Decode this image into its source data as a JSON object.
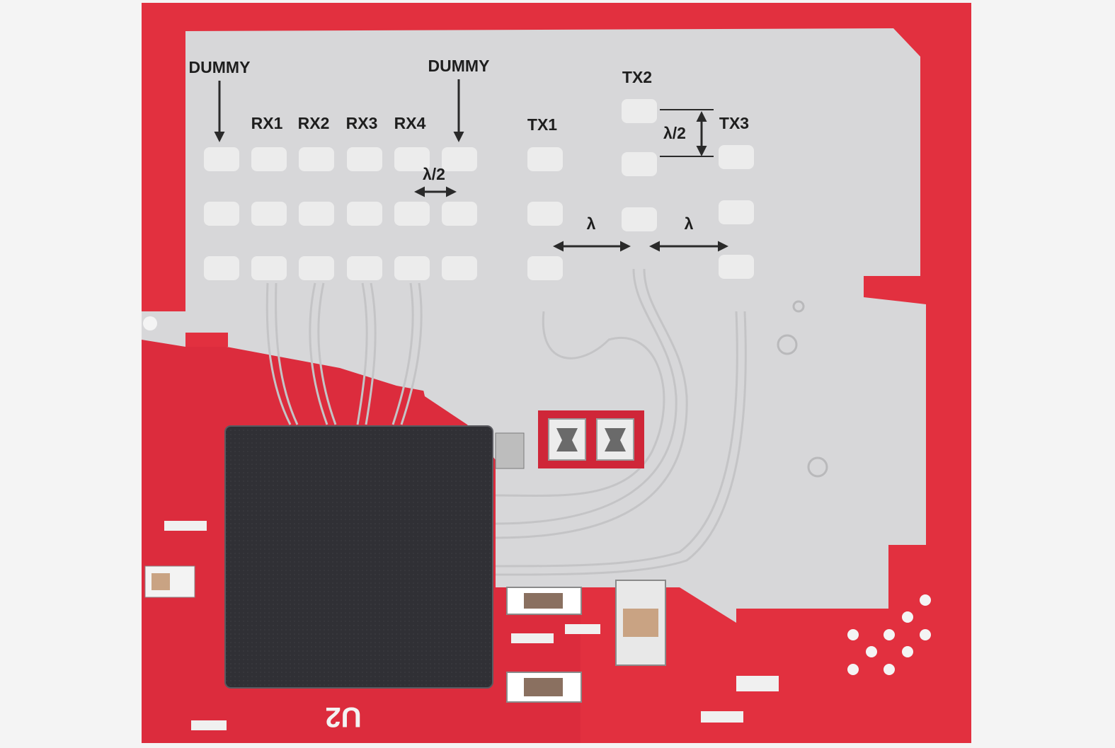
{
  "image": {
    "subject": "PCB radar antenna array",
    "colors": {
      "page_background": "#f4f4f4",
      "pcb_red": "#e2303f",
      "pcb_red_dark": "#c8243a",
      "ground_plane": "#d7d7d9",
      "patch": "#ececec",
      "chip": "#2f2f33",
      "annotation": "#2a2a2a"
    }
  },
  "labels": {
    "dummy_left": "DUMMY",
    "dummy_right": "DUMMY",
    "rx1": "RX1",
    "rx2": "RX2",
    "rx3": "RX3",
    "rx4": "RX4",
    "tx1": "TX1",
    "tx2": "TX2",
    "tx3": "TX3",
    "rx_spacing": "λ/2",
    "tx_vertical_spacing": "λ/2",
    "tx_spacing_left": "λ",
    "tx_spacing_right": "λ"
  },
  "silkscreen": {
    "chip_designator": "U2"
  },
  "icons": {
    "arrow_down": "arrow-down-icon",
    "double_arrow": "double-arrow-icon"
  }
}
